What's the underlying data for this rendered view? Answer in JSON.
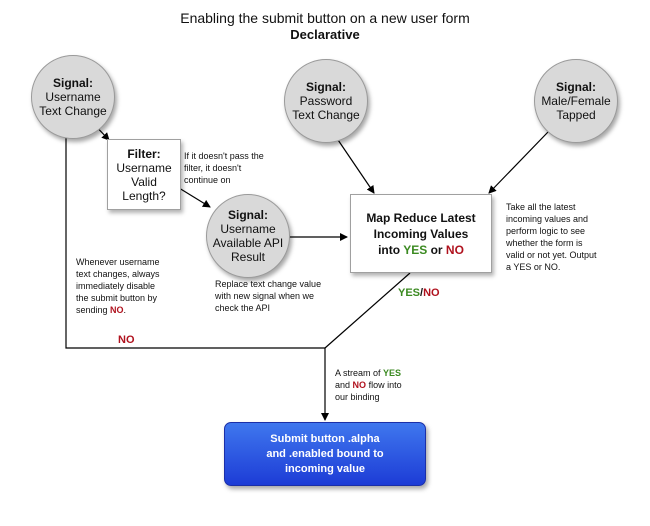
{
  "title": {
    "line1": "Enabling the submit button on a new user form",
    "line2": "Declarative"
  },
  "signals": {
    "username_text": {
      "heading": "Signal:",
      "line1": "Username",
      "line2": "Text Change"
    },
    "password_text": {
      "heading": "Signal:",
      "line1": "Password",
      "line2": "Text Change"
    },
    "gender_tap": {
      "heading": "Signal:",
      "line1": "Male/Female",
      "line2": "Tapped"
    },
    "username_api": {
      "heading": "Signal:",
      "line1": "Username",
      "line2": "Available API",
      "line3": "Result"
    }
  },
  "filter": {
    "heading": "Filter:",
    "line1": "Username",
    "line2": "Valid",
    "line3": "Length?"
  },
  "map_reduce": {
    "line1": "Map Reduce Latest",
    "line2": "Incoming Values",
    "into": "into",
    "yes": "YES",
    "or": "or",
    "no": "NO"
  },
  "notes": {
    "filter_note": [
      "If it doesn't pass the",
      "filter, it doesn't",
      "continue on"
    ],
    "replace_note": [
      "Replace text change value",
      "with new signal when we",
      "check the API"
    ],
    "username_note_lines": [
      "Whenever username",
      "text changes, always",
      "immediately disable",
      "the submit button by"
    ],
    "username_note_last": "sending",
    "username_note_no": "NO",
    "username_note_end": ".",
    "logic_note": [
      "Take all the latest",
      "incoming values and",
      "perform logic to see",
      "whether the form is",
      "valid or not yet. Output",
      "a YES or NO."
    ],
    "stream_a": "A stream of",
    "stream_yes": "YES",
    "stream_and": "and",
    "stream_no": "NO",
    "stream_rest": "flow into",
    "stream_last": "our binding"
  },
  "edge_labels": {
    "yes": "YES",
    "slash": "/",
    "no": "NO",
    "left_no": "NO"
  },
  "submit": {
    "line1": "Submit button .alpha",
    "line2": "and .enabled bound to",
    "line3": "incoming value"
  },
  "colors": {
    "yes": "#3b8a21",
    "no": "#b0121e",
    "submit_top": "#3f77ee",
    "submit_bottom": "#1d3cd6",
    "signal_fill": "#d9d9d9"
  }
}
